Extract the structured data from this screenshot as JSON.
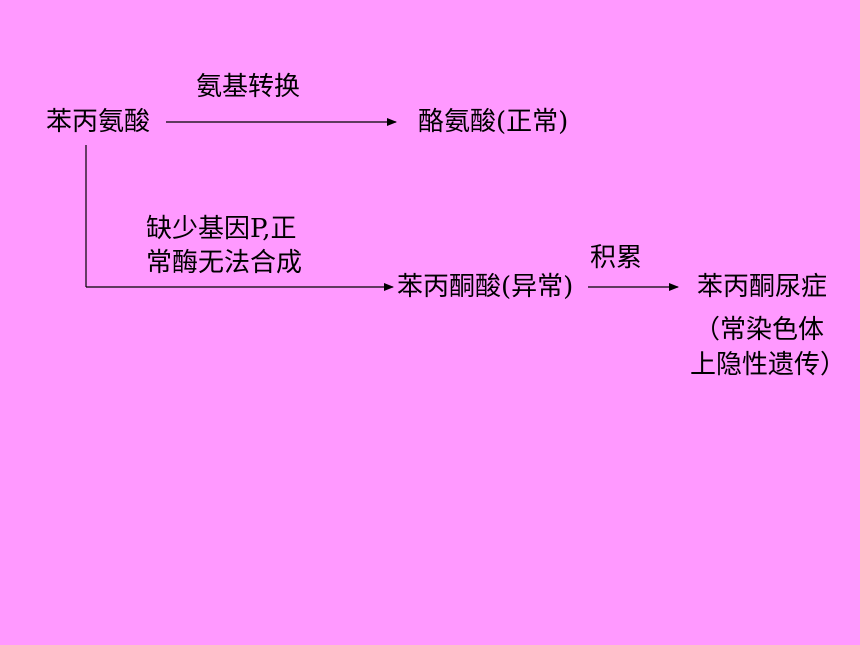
{
  "nodes": {
    "phenylalanine": "苯丙氨酸",
    "tyrosine": "酪氨酸(正常)",
    "phenylpyruvic_acid": "苯丙酮酸(异常)",
    "phenylketonuria": "苯丙酮尿症",
    "inheritance_line1": "（常染色体",
    "inheritance_line2": "上隐性遗传）"
  },
  "edges": {
    "transamination": "氨基转换",
    "gene_missing_line1": "缺少基因P,正",
    "gene_missing_line2": "常酶无法合成",
    "accumulation": "积累"
  }
}
